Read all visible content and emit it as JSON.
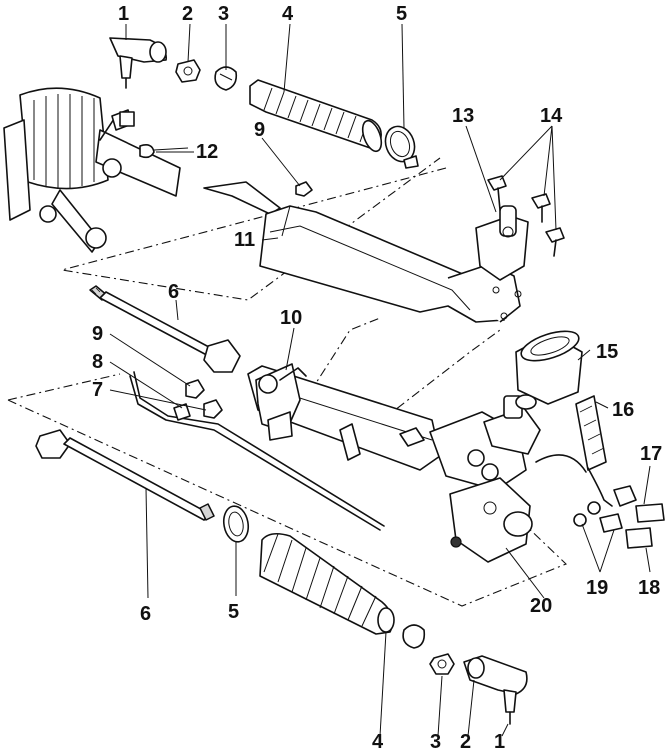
{
  "callouts": [
    {
      "key": "tie_rod_end_top",
      "text": "1"
    },
    {
      "key": "nut_top",
      "text": "2"
    },
    {
      "key": "clamp_top",
      "text": "3"
    },
    {
      "key": "boot_top",
      "text": "4"
    },
    {
      "key": "band_top",
      "text": "5"
    },
    {
      "key": "tie_rod_upper",
      "text": "6"
    },
    {
      "key": "pipe",
      "text": "7"
    },
    {
      "key": "seal_lower",
      "text": "8"
    },
    {
      "key": "nut_lower",
      "text": "9"
    },
    {
      "key": "bracket_mount",
      "text": "10"
    },
    {
      "key": "heat_shield",
      "text": "11"
    },
    {
      "key": "cotter",
      "text": "12"
    },
    {
      "key": "sensor",
      "text": "13"
    },
    {
      "key": "bolts_top",
      "text": "14"
    },
    {
      "key": "bush",
      "text": "15"
    },
    {
      "key": "hose",
      "text": "16"
    },
    {
      "key": "banjo_bolt",
      "text": "17"
    },
    {
      "key": "bolt_lower",
      "text": "18"
    },
    {
      "key": "washers",
      "text": "19"
    },
    {
      "key": "valve_housing",
      "text": "20"
    },
    {
      "key": "nut_upper",
      "text": "9"
    },
    {
      "key": "tie_rod_lower",
      "text": "6"
    },
    {
      "key": "band_bottom",
      "text": "5"
    },
    {
      "key": "boot_bottom",
      "text": "4"
    },
    {
      "key": "clamp_bottom",
      "text": "3"
    },
    {
      "key": "nut_bottom",
      "text": "2"
    },
    {
      "key": "tie_rod_end_bottom",
      "text": "1"
    }
  ]
}
